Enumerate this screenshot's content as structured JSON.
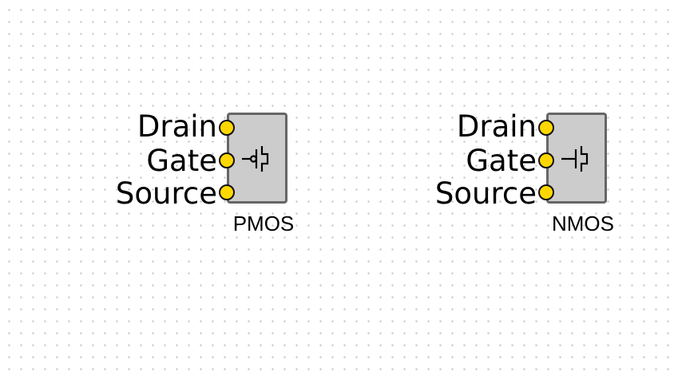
{
  "canvas": {
    "background": "#ffffff",
    "grid_dot_color": "#c9c9c9"
  },
  "colors": {
    "pin_fill": "#ffd700",
    "pin_stroke": "#111111",
    "body_fill": "#cccccc",
    "body_stroke": "#666666"
  },
  "components": [
    {
      "type": "PMOS",
      "name": "PMOS",
      "symbol_icon": "pmos-transistor-icon",
      "pins": {
        "drain": "Drain",
        "gate": "Gate",
        "source": "Source"
      }
    },
    {
      "type": "NMOS",
      "name": "NMOS",
      "symbol_icon": "nmos-transistor-icon",
      "pins": {
        "drain": "Drain",
        "gate": "Gate",
        "source": "Source"
      }
    }
  ]
}
